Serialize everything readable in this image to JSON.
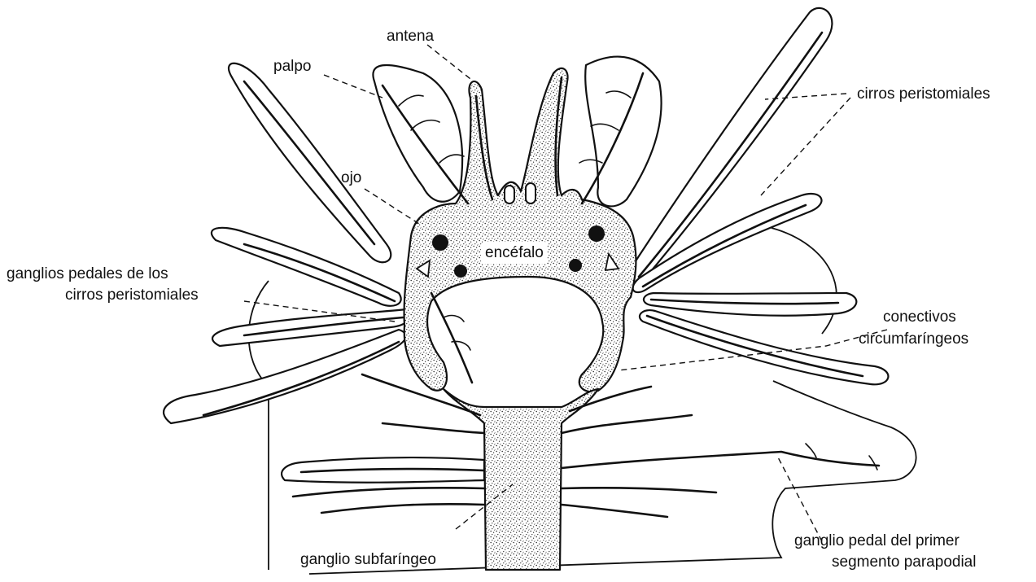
{
  "labels": {
    "antena": "antena",
    "palpo": "palpo",
    "cirros_peristomiales": "cirros peristomiales",
    "ojo": "ojo",
    "encefalo": "encéfalo",
    "ganglios_pedales_line1": "ganglios pedales de los",
    "ganglios_pedales_line2": "cirros peristomiales",
    "conectivos_line1": "conectivos",
    "conectivos_line2": "circumfaríngeos",
    "ganglio_subfaringeo": "ganglio subfaríngeo",
    "ganglio_pedal_line1": "ganglio pedal del primer",
    "ganglio_pedal_line2": "segmento parapodial"
  },
  "colors": {
    "ink": "#111111",
    "paper": "#ffffff"
  }
}
